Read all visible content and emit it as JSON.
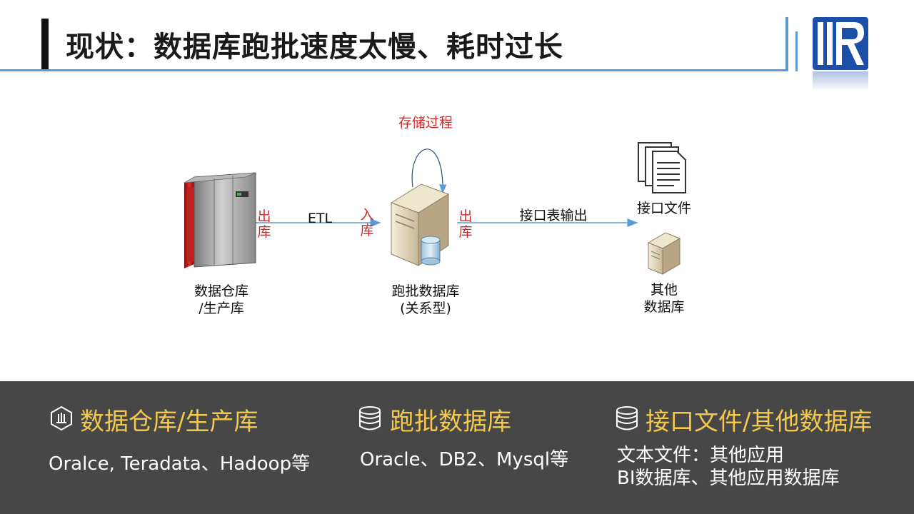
{
  "header": {
    "title": "现状：数据库跑批速度太慢、耗时过长"
  },
  "diagram": {
    "source": {
      "line1": "数据仓库",
      "line2": "/生产库",
      "out_label_1": "出",
      "out_label_2": "库"
    },
    "etl_label": "ETL",
    "batch": {
      "in_label_1": "入",
      "in_label_2": "库",
      "proc_label": "存储过程",
      "line1": "跑批数据库",
      "line2": "(关系型)",
      "out_label_1": "出",
      "out_label_2": "库"
    },
    "interface_label": "接口表输出",
    "files": {
      "label": "接口文件"
    },
    "others": {
      "line1": "其他",
      "line2": "数据库"
    }
  },
  "bottom": {
    "sections": [
      {
        "heading": "数据仓库/生产库",
        "desc": "Oralce, Teradata、Hadoop等",
        "icon": "cluster-icon"
      },
      {
        "heading": "跑批数据库",
        "desc": "Oracle、DB2、Mysql等",
        "icon": "database-icon"
      },
      {
        "heading": "接口文件/其他数据库",
        "desc1": "文本文件：其他应用",
        "desc2": "BI数据库、其他应用数据库",
        "icon": "database-icon"
      }
    ]
  },
  "colors": {
    "accent": "#5b9bd5",
    "highlight": "#f3c94d",
    "panel": "#474747",
    "label_red": "#d62828"
  }
}
